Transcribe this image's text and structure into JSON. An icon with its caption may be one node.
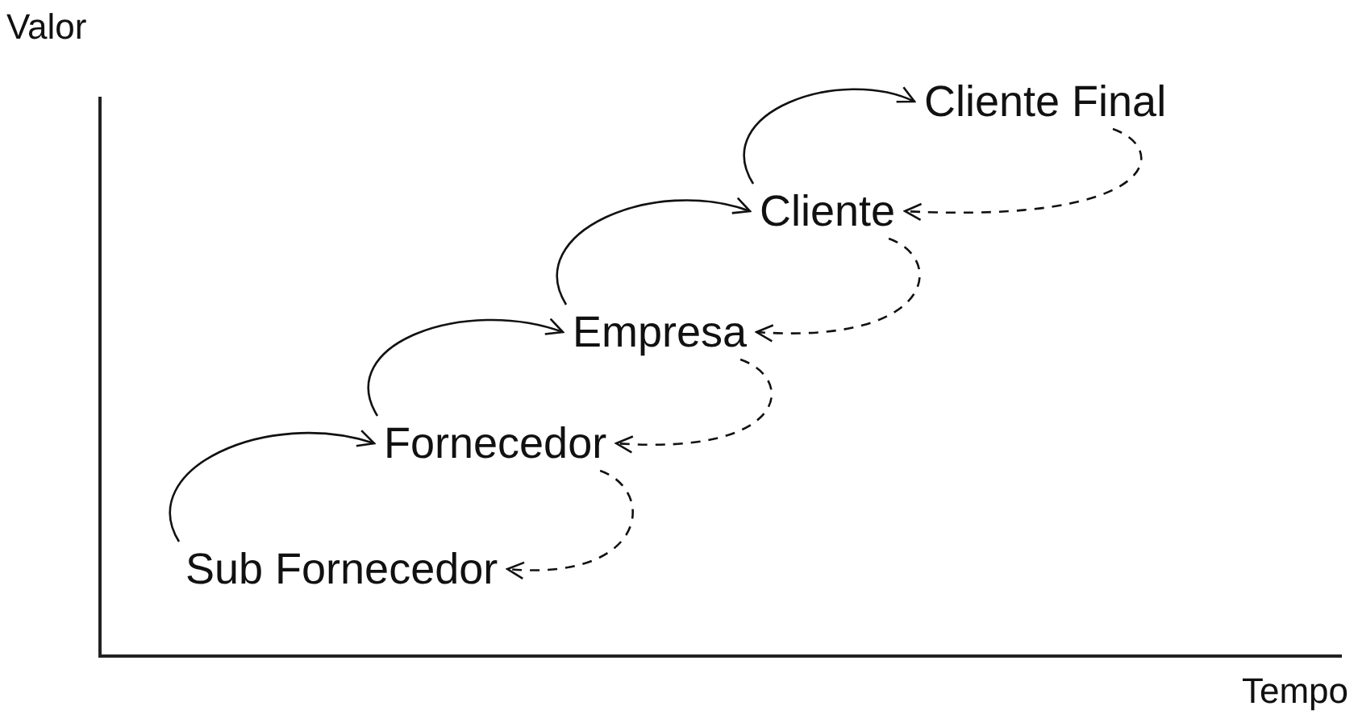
{
  "diagram": {
    "nodes": [
      {
        "text": [
          "Cliente Final"
        ]
      },
      {
        "text": [
          "Cliente"
        ]
      },
      {
        "text": [
          "Empresa"
        ]
      },
      {
        "text": [
          "Fornecedor"
        ]
      },
      {
        "text": [
          "Sub Fornecedor"
        ]
      }
    ],
    "edges": [
      {
        "from": 4,
        "to": 3,
        "arrow": "to"
      },
      {
        "from": 3,
        "to": 2,
        "arrow": "to"
      },
      {
        "from": 2,
        "to": 1,
        "arrow": "to"
      },
      {
        "from": 1,
        "to": 0,
        "arrow": "to"
      },
      {
        "from": 0,
        "to": 1,
        "arrow": "to",
        "style": "dashed"
      },
      {
        "from": 1,
        "to": 2,
        "arrow": "to",
        "style": "dashed"
      },
      {
        "from": 2,
        "to": 3,
        "arrow": "to",
        "style": "dashed"
      },
      {
        "from": 3,
        "to": 4,
        "arrow": "to",
        "style": "dashed"
      }
    ],
    "labels": [
      "Valor",
      "Tempo"
    ]
  }
}
